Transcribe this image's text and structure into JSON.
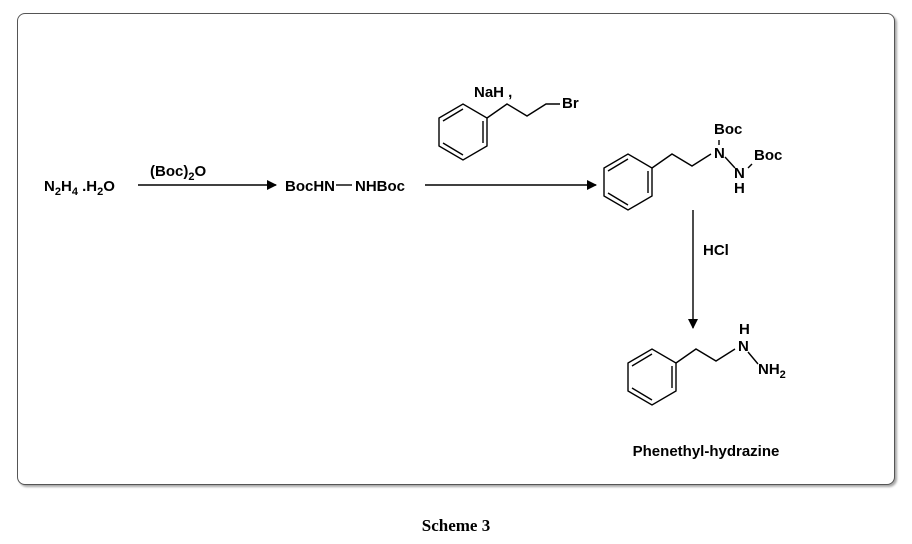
{
  "reactant": {
    "main": "N",
    "sub1": "2",
    "mid": "H",
    "sub2": "4",
    "tail": " .H",
    "sub3": "2",
    "end": "O"
  },
  "step1_reagent": {
    "pre": "(Boc)",
    "sub": "2",
    "post": "O"
  },
  "intermediate": {
    "left": "BocHN",
    "right": "NHBoc"
  },
  "step2_reagent": {
    "base": "NaH ,",
    "halide_atom": "Br"
  },
  "protected_product": {
    "n1": "N",
    "boc1": "Boc",
    "n2": "N",
    "h": "H",
    "boc2": "Boc"
  },
  "step3_reagent": "HCl",
  "product": {
    "h": "H",
    "n": "N",
    "nh2_main": "NH",
    "nh2_sub": "2",
    "name": "Phenethyl-hydrazine"
  },
  "caption": "Scheme 3"
}
